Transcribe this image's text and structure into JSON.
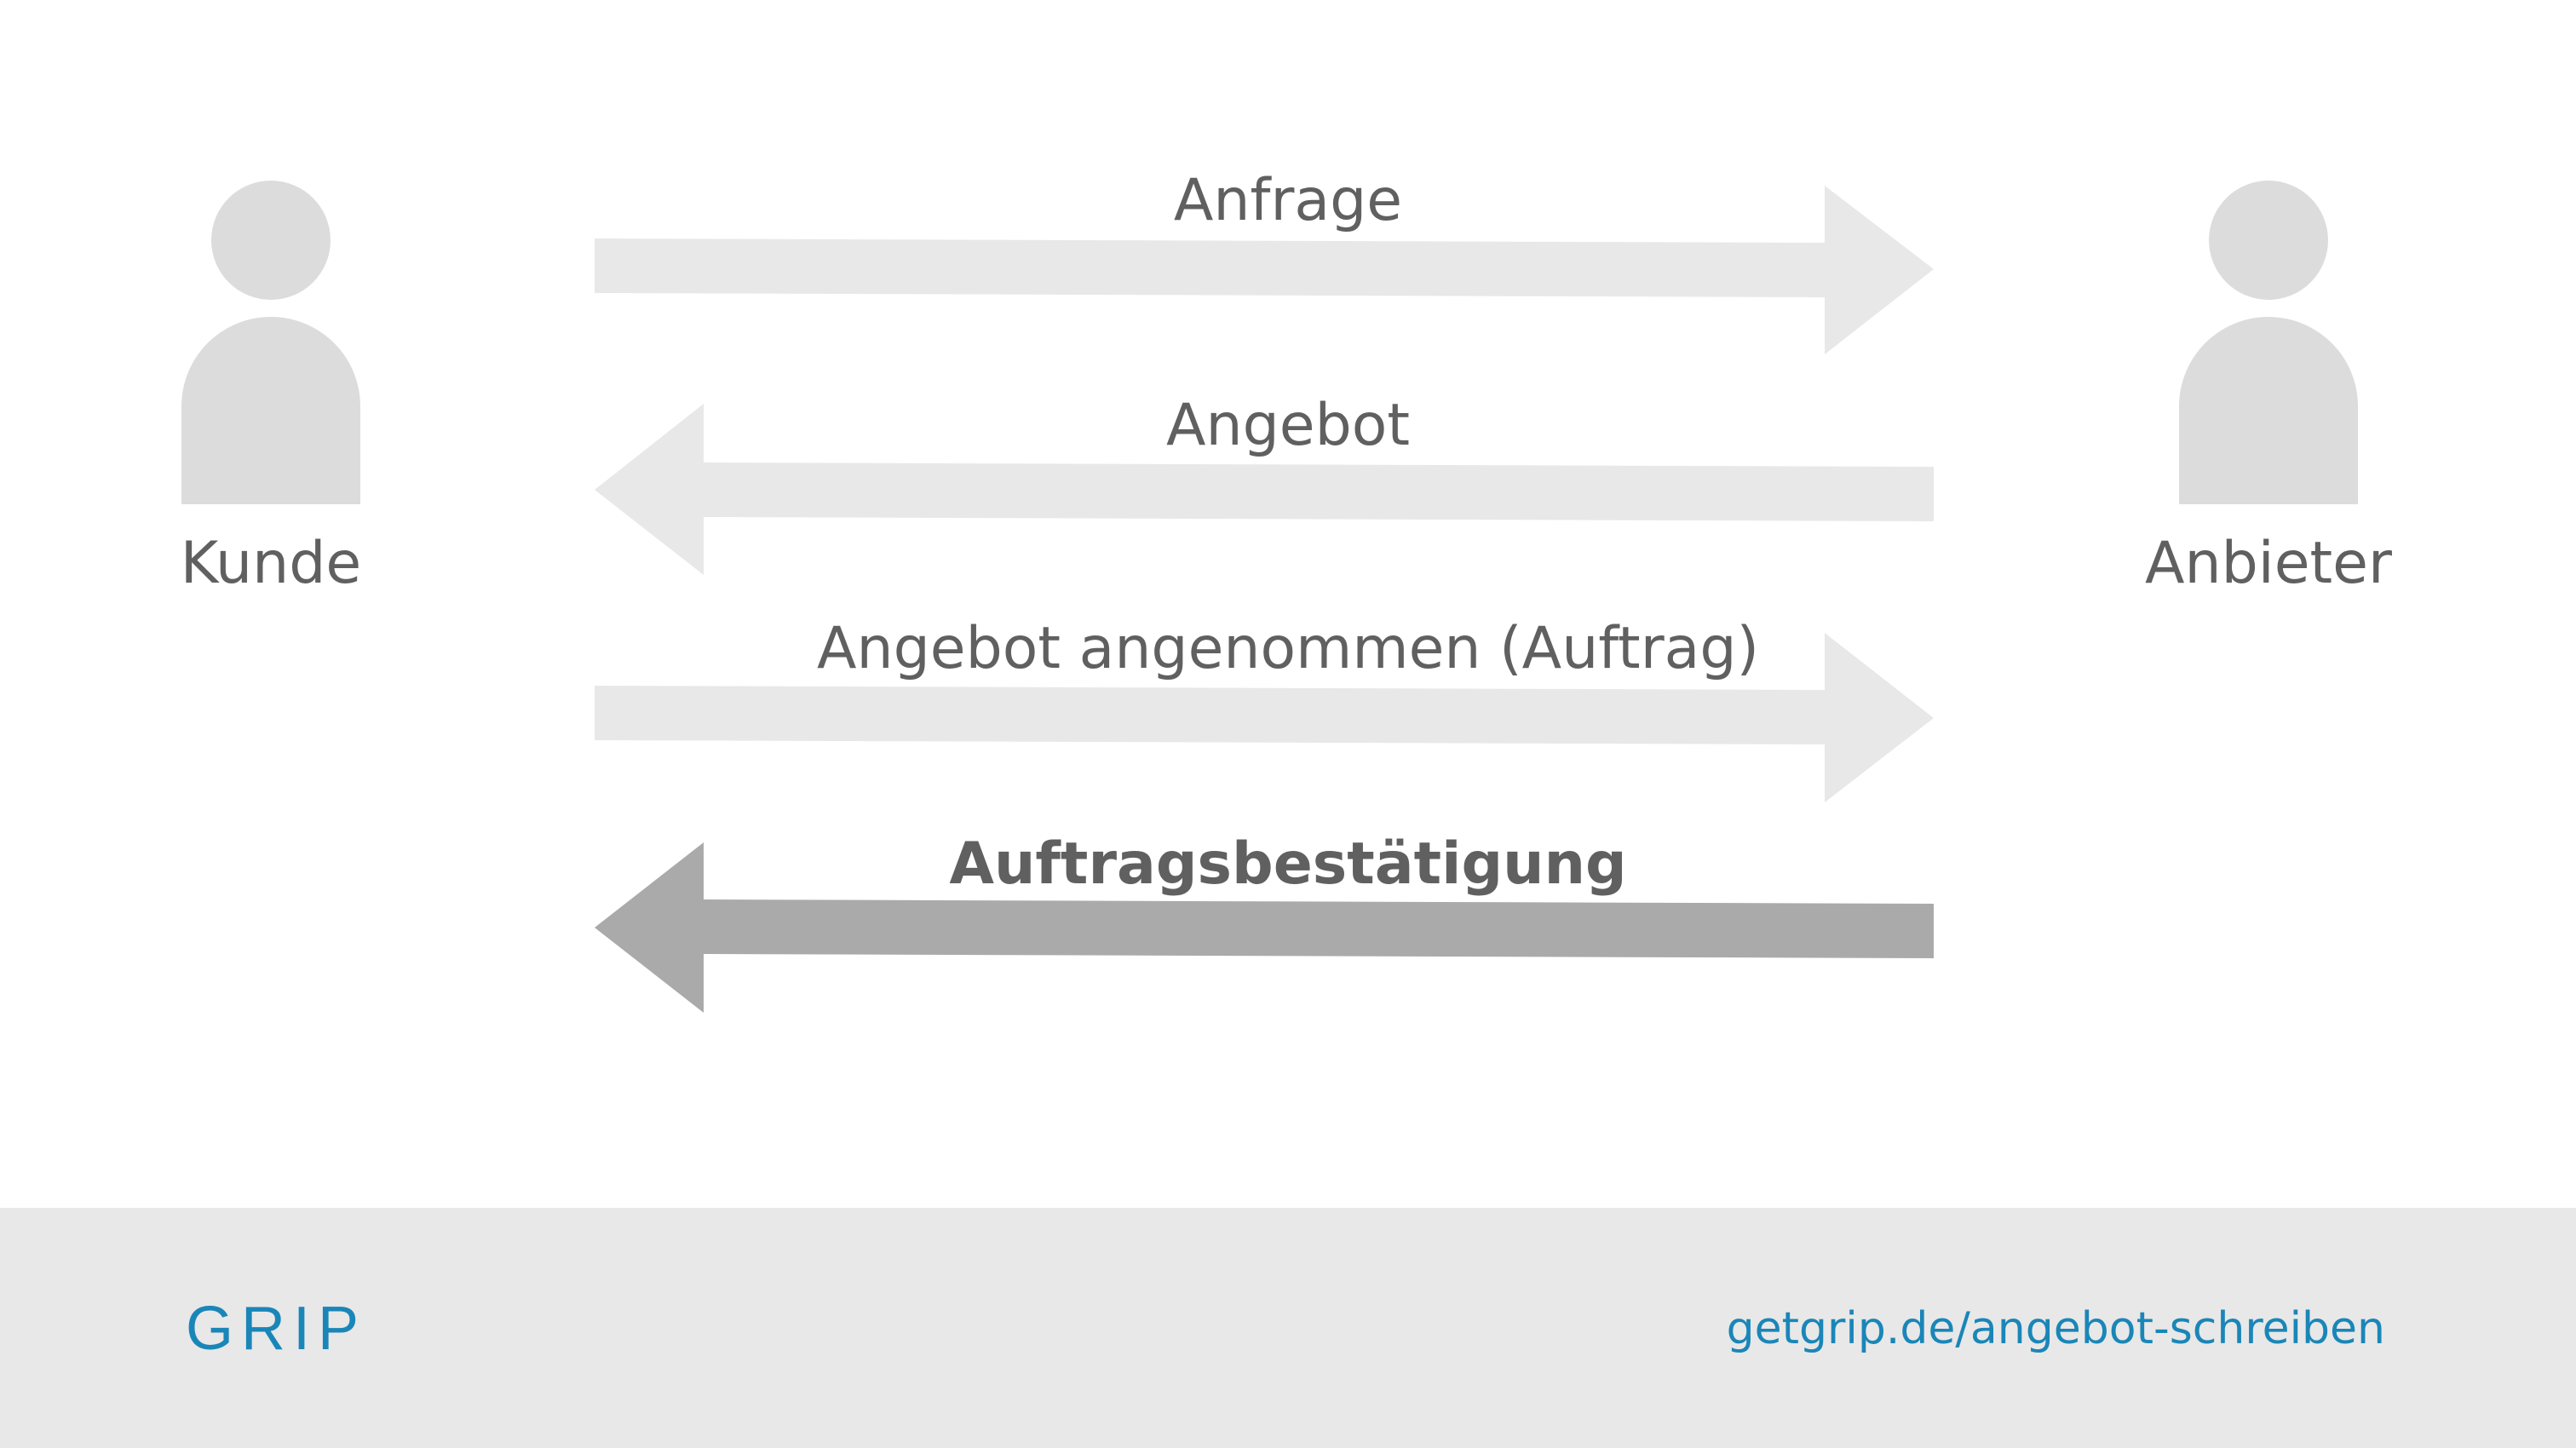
{
  "actors": {
    "left": {
      "label": "Kunde",
      "icon": "person-icon"
    },
    "right": {
      "label": "Anbieter",
      "icon": "person-icon"
    }
  },
  "messages": [
    {
      "label": "Anfrage",
      "direction": "right",
      "emphasis": "normal"
    },
    {
      "label": "Angebot",
      "direction": "left",
      "emphasis": "normal"
    },
    {
      "label": "Angebot angenommen (Auftrag)",
      "direction": "right",
      "emphasis": "normal"
    },
    {
      "label": "Auftragsbestätigung",
      "direction": "left",
      "emphasis": "bold"
    }
  ],
  "footer": {
    "logo": "GRIP",
    "link": "getgrip.de/angebot-schreiben"
  },
  "colors": {
    "background": "#ffffff",
    "person": "#dcdcdc",
    "arrow": "#e8e8e8",
    "arrow_emphasis": "#aaaaaa",
    "text": "#606060",
    "footer_background": "#e8e8e8",
    "brand": "#1a86b8"
  }
}
